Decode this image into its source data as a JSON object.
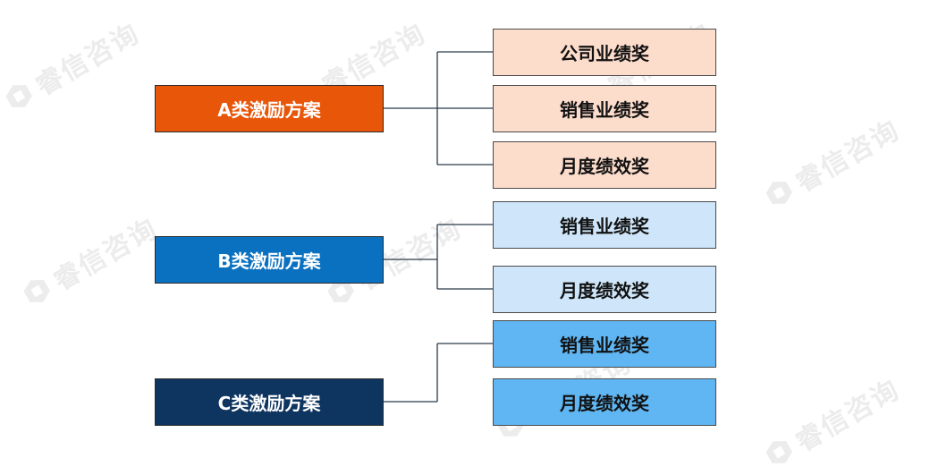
{
  "watermark": {
    "text": "睿信咨询"
  },
  "colors": {
    "plan_a": "#E8560A",
    "plan_b": "#0A70C0",
    "plan_c": "#0E3460",
    "award_a": "#FCDCCB",
    "award_b": "#CFE6FA",
    "award_c": "#5FB6F2",
    "connector": "#2a3a4a"
  },
  "plans": [
    {
      "label": "A类激励方案",
      "awards": [
        "公司业绩奖",
        "销售业绩奖",
        "月度绩效奖"
      ]
    },
    {
      "label": "B类激励方案",
      "awards": [
        "销售业绩奖",
        "月度绩效奖"
      ]
    },
    {
      "label": "C类激励方案",
      "awards": [
        "销售业绩奖",
        "月度绩效奖"
      ]
    }
  ]
}
